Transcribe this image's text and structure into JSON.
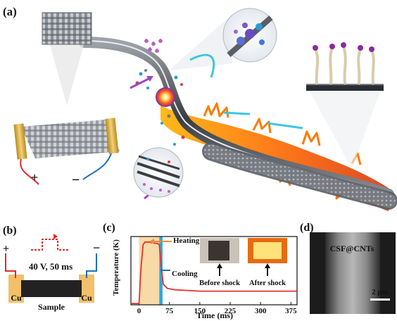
{
  "panels": {
    "a": "(a)",
    "b": "(b)",
    "c": "(c)",
    "d": "(d)"
  },
  "panel_a": {
    "plus_symbol": "+",
    "minus_symbol": "−"
  },
  "panel_b": {
    "voltage_label": "40 V, 50 ms",
    "sample_label": "Sample",
    "electrode_left": "Cu",
    "electrode_right": "Cu",
    "plus_symbol": "+",
    "minus_symbol": "−"
  },
  "panel_c": {
    "heating_label": "Heating",
    "cooling_label": "Cooling",
    "before_label": "Before shock",
    "after_label": "After shock",
    "ylabel": "Temperature (K)",
    "xlabel": "Time (ms)",
    "xticks": [
      "0",
      "75",
      "150",
      "225",
      "300",
      "375"
    ]
  },
  "panel_d": {
    "material_label": "CSF@CNTs",
    "scalebar_label": "2 μm"
  },
  "chart_data": {
    "type": "line",
    "xlabel": "Time (ms)",
    "ylabel": "Temperature (K)",
    "xlim": [
      -20,
      390
    ],
    "xticks": [
      0,
      75,
      150,
      225,
      300,
      375
    ],
    "series": [
      {
        "x": [
          -20,
          0,
          5,
          10,
          15,
          20,
          25,
          30,
          35,
          40,
          45,
          50,
          55,
          60,
          70,
          90,
          120,
          150,
          200,
          250,
          300,
          350,
          390
        ],
        "y": [
          0.02,
          0.02,
          0.55,
          0.88,
          0.92,
          0.92,
          0.92,
          0.91,
          0.91,
          0.9,
          0.9,
          0.88,
          0.55,
          0.3,
          0.24,
          0.22,
          0.21,
          0.2,
          0.2,
          0.2,
          0.2,
          0.2,
          0.2
        ]
      }
    ],
    "shaded_regions": [
      {
        "label": "Heating",
        "from": 0,
        "to": 50,
        "color": "#f8d9a8"
      },
      {
        "label": "Cooling",
        "from": 50,
        "to": 58,
        "color": "#2aa8e0"
      }
    ],
    "line_color": "#e0342a"
  }
}
